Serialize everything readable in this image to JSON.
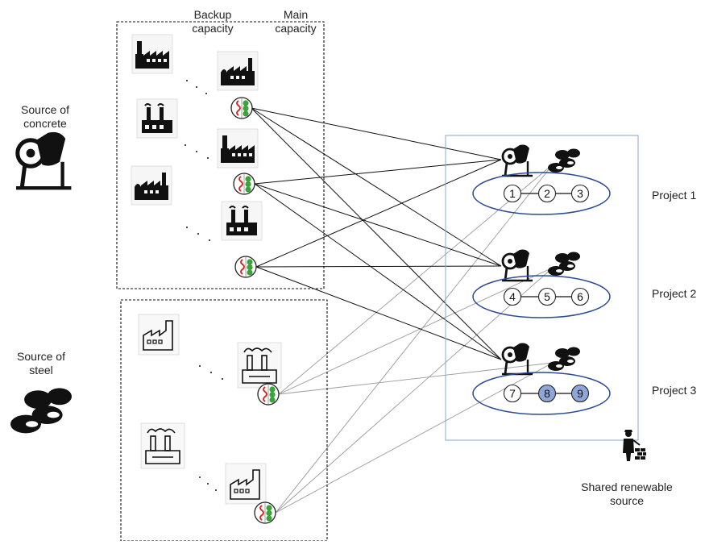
{
  "labels": {
    "backup_capacity": [
      "Backup",
      "capacity"
    ],
    "main_capacity": [
      "Main",
      "capacity"
    ],
    "source_of_concrete": [
      "Source of",
      "concrete"
    ],
    "source_of_steel": [
      "Source of",
      "steel"
    ],
    "shared_renewable_source": [
      "Shared renewable",
      "source"
    ]
  },
  "projects": [
    {
      "label": "Project 1",
      "nodes": [
        {
          "label": "1",
          "highlighted": false
        },
        {
          "label": "2",
          "highlighted": false
        },
        {
          "label": "3",
          "highlighted": false
        }
      ]
    },
    {
      "label": "Project 2",
      "nodes": [
        {
          "label": "4",
          "highlighted": false
        },
        {
          "label": "5",
          "highlighted": false
        },
        {
          "label": "6",
          "highlighted": false
        }
      ]
    },
    {
      "label": "Project 3",
      "nodes": [
        {
          "label": "7",
          "highlighted": false
        },
        {
          "label": "8",
          "highlighted": true
        },
        {
          "label": "9",
          "highlighted": true
        }
      ]
    }
  ],
  "colors": {
    "concrete_link": "#111111",
    "steel_link": "#9a9a9a",
    "ellipse": "#2a4a9a",
    "node_highlight": "#8fa6d6",
    "renewable_box": "#8aaad0",
    "backup_mark": "#d8201e",
    "main_mark": "#3aa43a"
  },
  "icons": {
    "concrete_source": "cement-mixer-icon",
    "steel_source": "steel-bars-icon",
    "shared_source": "worker-with-wall-icon",
    "plant_capacity": "capacity-circle-icon"
  }
}
